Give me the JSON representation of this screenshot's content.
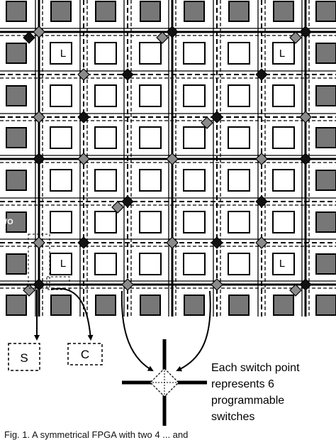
{
  "diagram": {
    "logic_block_label": "L",
    "io_block_label": "I/O",
    "switch_box_label": "S",
    "connection_box_label": "C",
    "callout": {
      "line1": "Each switch point",
      "line2": "represents 6",
      "line3": "programmable",
      "line4": "switches"
    }
  },
  "caption": "Fig. 1. A symmetrical FPGA with two 4 ... and",
  "colors": {
    "io_block": "#777777",
    "switch_dark": "#111111",
    "switch_gray": "#8a8a8a",
    "line": "#000000"
  }
}
